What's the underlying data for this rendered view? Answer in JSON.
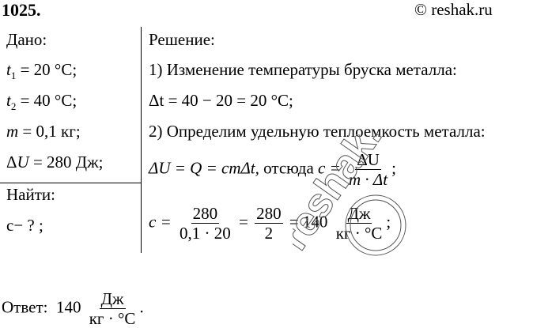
{
  "header": {
    "number": "1025",
    "copyright": "© reshak.ru"
  },
  "given": {
    "title": "Дано:",
    "t1": "= 20 °C;",
    "t2": "= 40 °C;",
    "m": "= 0,1 кг;",
    "dU": "= 280 Дж;"
  },
  "find": {
    "title": "Найти:",
    "c": "c− ? ;"
  },
  "solution": {
    "title": "Решение:",
    "step1": "1) Изменение температуры бруска металла:",
    "dt": "Δt = 40 − 20 = 20 °C;",
    "step2": "2) Определим удельную теплоемкость металла:",
    "formula_left": "ΔU = Q = cmΔt,",
    "formula_text": "отсюда",
    "formula_c": "c =",
    "formula_num": "ΔU",
    "formula_den": "m · Δt",
    "calc_c": "c =",
    "calc_num1": "280",
    "calc_den1": "0,1 · 20",
    "calc_num2": "280",
    "calc_den2": "2",
    "calc_result": "= 140",
    "unit_num": "Дж",
    "unit_den": "кг · °C"
  },
  "answer": {
    "label": "Ответ:",
    "value": "140",
    "unit_num": "Дж",
    "unit_den": "кг · °C"
  },
  "watermark": "reshak.ru"
}
